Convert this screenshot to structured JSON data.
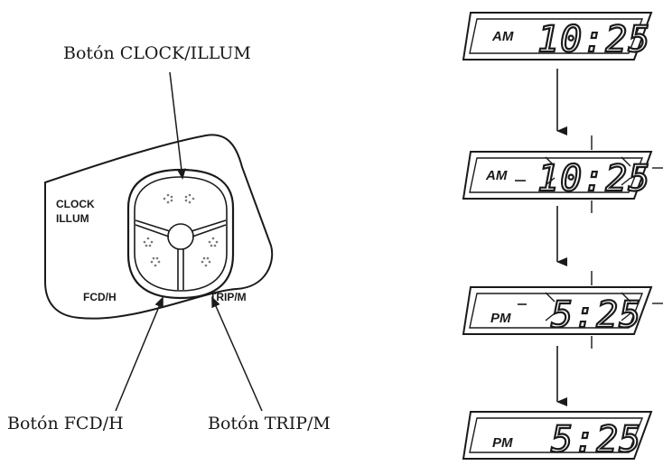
{
  "callouts": {
    "clock_illum_button": "Botón CLOCK/ILLUM",
    "fcd_h_button": "Botón FCD/H",
    "trip_m_button": "Botón TRIP/M"
  },
  "panel_labels": {
    "clock": "CLOCK",
    "illum": "ILLUM",
    "fcd_h": "FCD/H",
    "trip_m": "TRIP/M"
  },
  "displays": [
    {
      "period": "AM",
      "time": "10:25",
      "blinking": false
    },
    {
      "period": "AM",
      "time": "10:25",
      "blinking": true
    },
    {
      "period": "PM",
      "time": "5:25",
      "blinking": true
    },
    {
      "period": "PM",
      "time": "5:25",
      "blinking": false
    }
  ]
}
